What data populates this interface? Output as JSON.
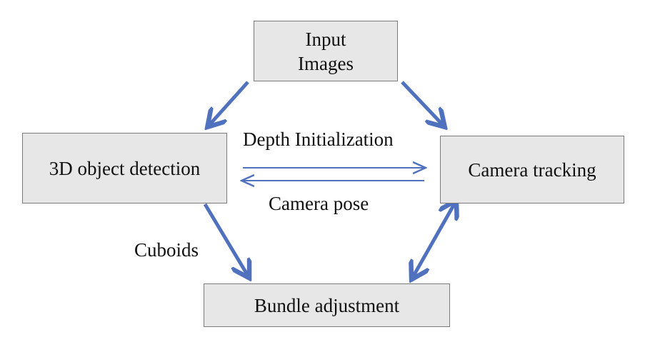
{
  "diagram": {
    "nodes": {
      "input_images": "Input\nImages",
      "object_detection": "3D object detection",
      "camera_tracking": "Camera tracking",
      "bundle_adjustment": "Bundle adjustment"
    },
    "edge_labels": {
      "depth_initialization": "Depth Initialization",
      "camera_pose": "Camera pose",
      "cuboids": "Cuboids"
    },
    "colors": {
      "arrow": "#4f71be",
      "box_fill": "#e7e7e7",
      "box_border": "#7a7a7a"
    }
  }
}
